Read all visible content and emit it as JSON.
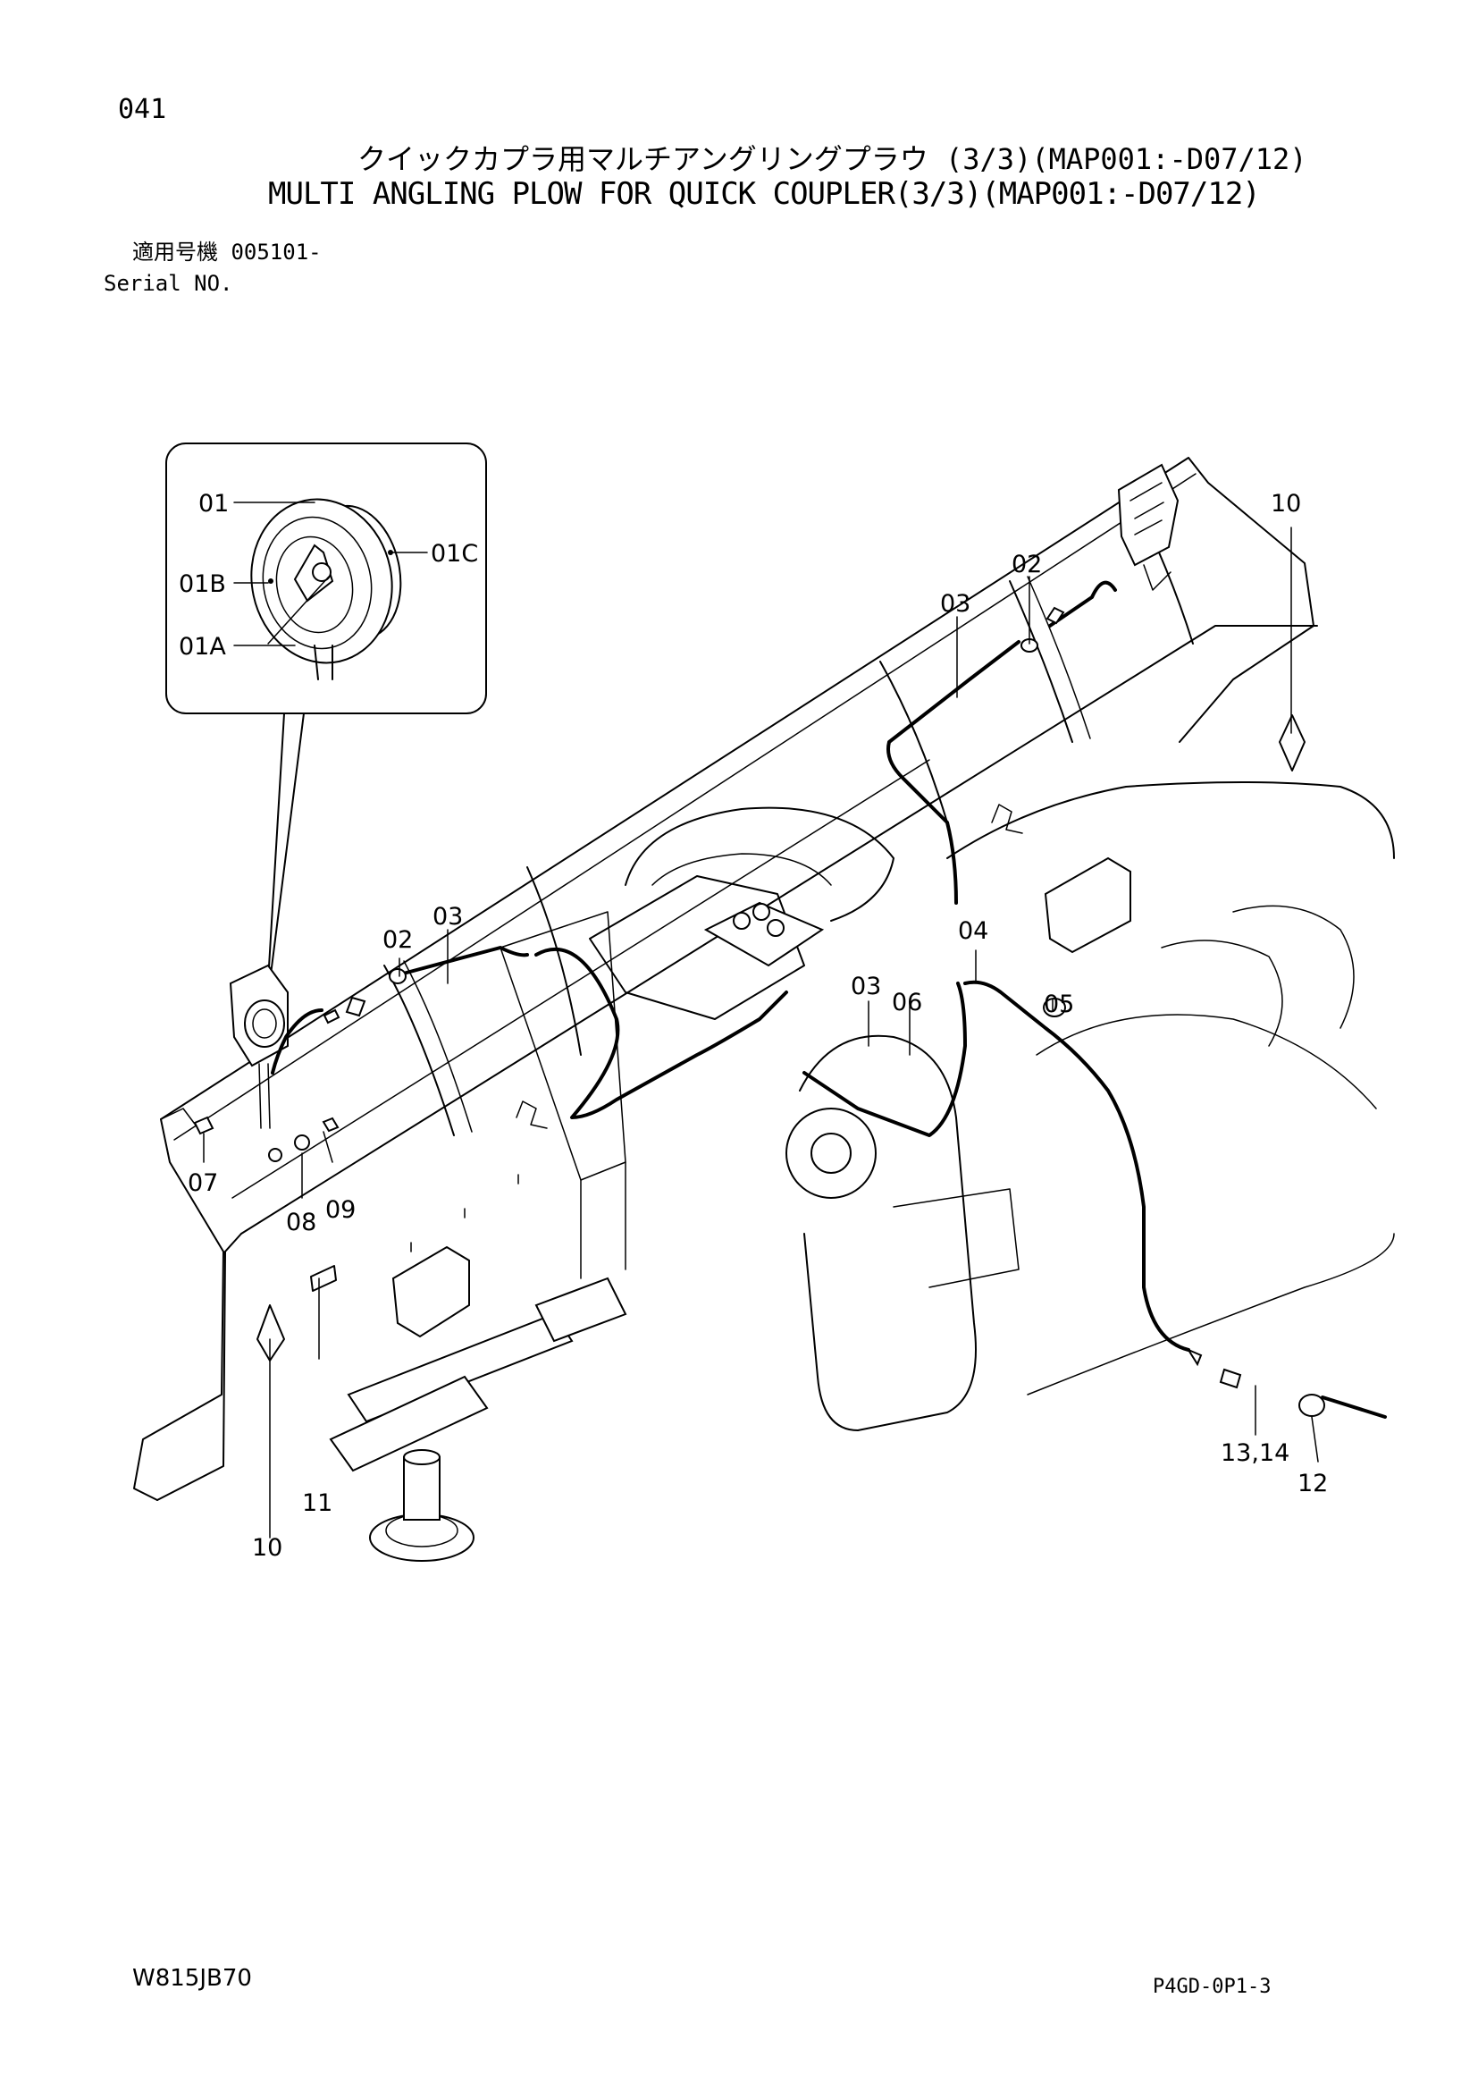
{
  "header": {
    "page_number": "041",
    "title_jp": "クイックカプラ用マルチアングリングプラウ (3/3)(MAP001:-D07/12)",
    "title_en": "MULTI ANGLING PLOW FOR QUICK COUPLER(3/3)(MAP001:-D07/12)",
    "serial_jp": "適用号機 005101-",
    "serial_en": "Serial NO."
  },
  "footer": {
    "drawing_code": "W815JB70",
    "page_code": "P4GD-0P1-3"
  },
  "part_labels": {
    "p01": "01",
    "p01a": "01A",
    "p01b": "01B",
    "p01c": "01C",
    "p02_left": "02",
    "p02_right": "02",
    "p03_left": "03",
    "p03_mid": "03",
    "p03_right": "03",
    "p04": "04",
    "p05": "05",
    "p06": "06",
    "p07": "07",
    "p08": "08",
    "p09": "09",
    "p10_left": "10",
    "p10_right": "10",
    "p11": "11",
    "p12": "12",
    "p13_14": "13,14"
  }
}
